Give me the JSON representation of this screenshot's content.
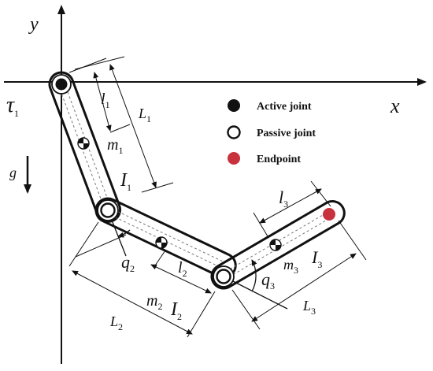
{
  "axes": {
    "x_label": "x",
    "y_label": "y"
  },
  "labels": {
    "tau": "τ",
    "tau_sub": "1",
    "g": "g",
    "l1": "l",
    "l1_sub": "1",
    "L1": "L",
    "L1_sub": "1",
    "m1": "m",
    "m1_sub": "1",
    "I1": "I",
    "I1_sub": "1",
    "q2": "q",
    "q2_sub": "2",
    "l2": "l",
    "l2_sub": "2",
    "m2": "m",
    "m2_sub": "2",
    "I2": "I",
    "I2_sub": "2",
    "L2": "L",
    "L2_sub": "2",
    "l3": "l",
    "l3_sub": "3",
    "m3": "m",
    "m3_sub": "3",
    "I3": "I",
    "I3_sub": "3",
    "q3": "q",
    "q3_sub": "3",
    "L3": "L",
    "L3_sub": "3"
  },
  "legend": {
    "active": "Active joint",
    "passive": "Passive joint",
    "endpoint": "Endpoint"
  },
  "colors": {
    "ink": "#111111",
    "endpoint": "#c8323c"
  }
}
